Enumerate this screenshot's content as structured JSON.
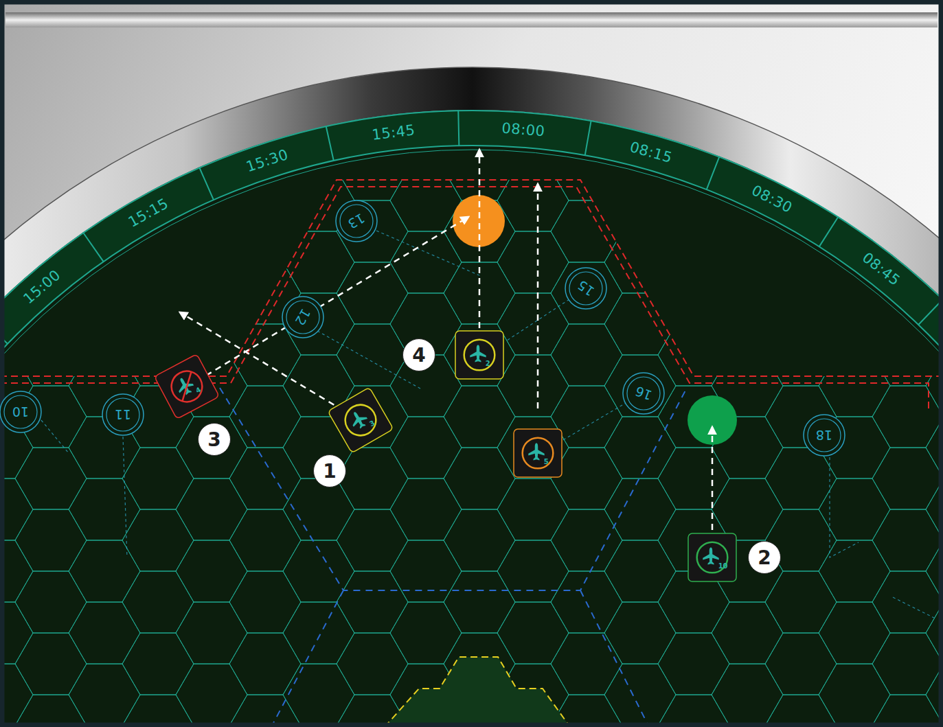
{
  "diagram": {
    "nodes": [
      {
        "text": [
          "13"
        ]
      },
      {
        "text": [
          "12"
        ]
      },
      {
        "text": [
          "15"
        ]
      },
      {
        "text": [
          "2"
        ]
      },
      {
        "text": [
          "4"
        ]
      },
      {
        "text": [
          "16"
        ]
      },
      {
        "text": [
          "3"
        ]
      },
      {
        "text": [
          "10"
        ]
      },
      {
        "text": [
          "11"
        ]
      },
      {
        "text": [
          "18"
        ]
      },
      {
        "text": [
          "5"
        ]
      },
      {
        "text": [
          "10"
        ]
      }
    ],
    "labels": [
      "15:00",
      "15:15",
      "15:30",
      "15:45",
      "08:00",
      "08:15",
      "08:30",
      "08:45",
      "1",
      "2",
      "3",
      "4"
    ]
  }
}
